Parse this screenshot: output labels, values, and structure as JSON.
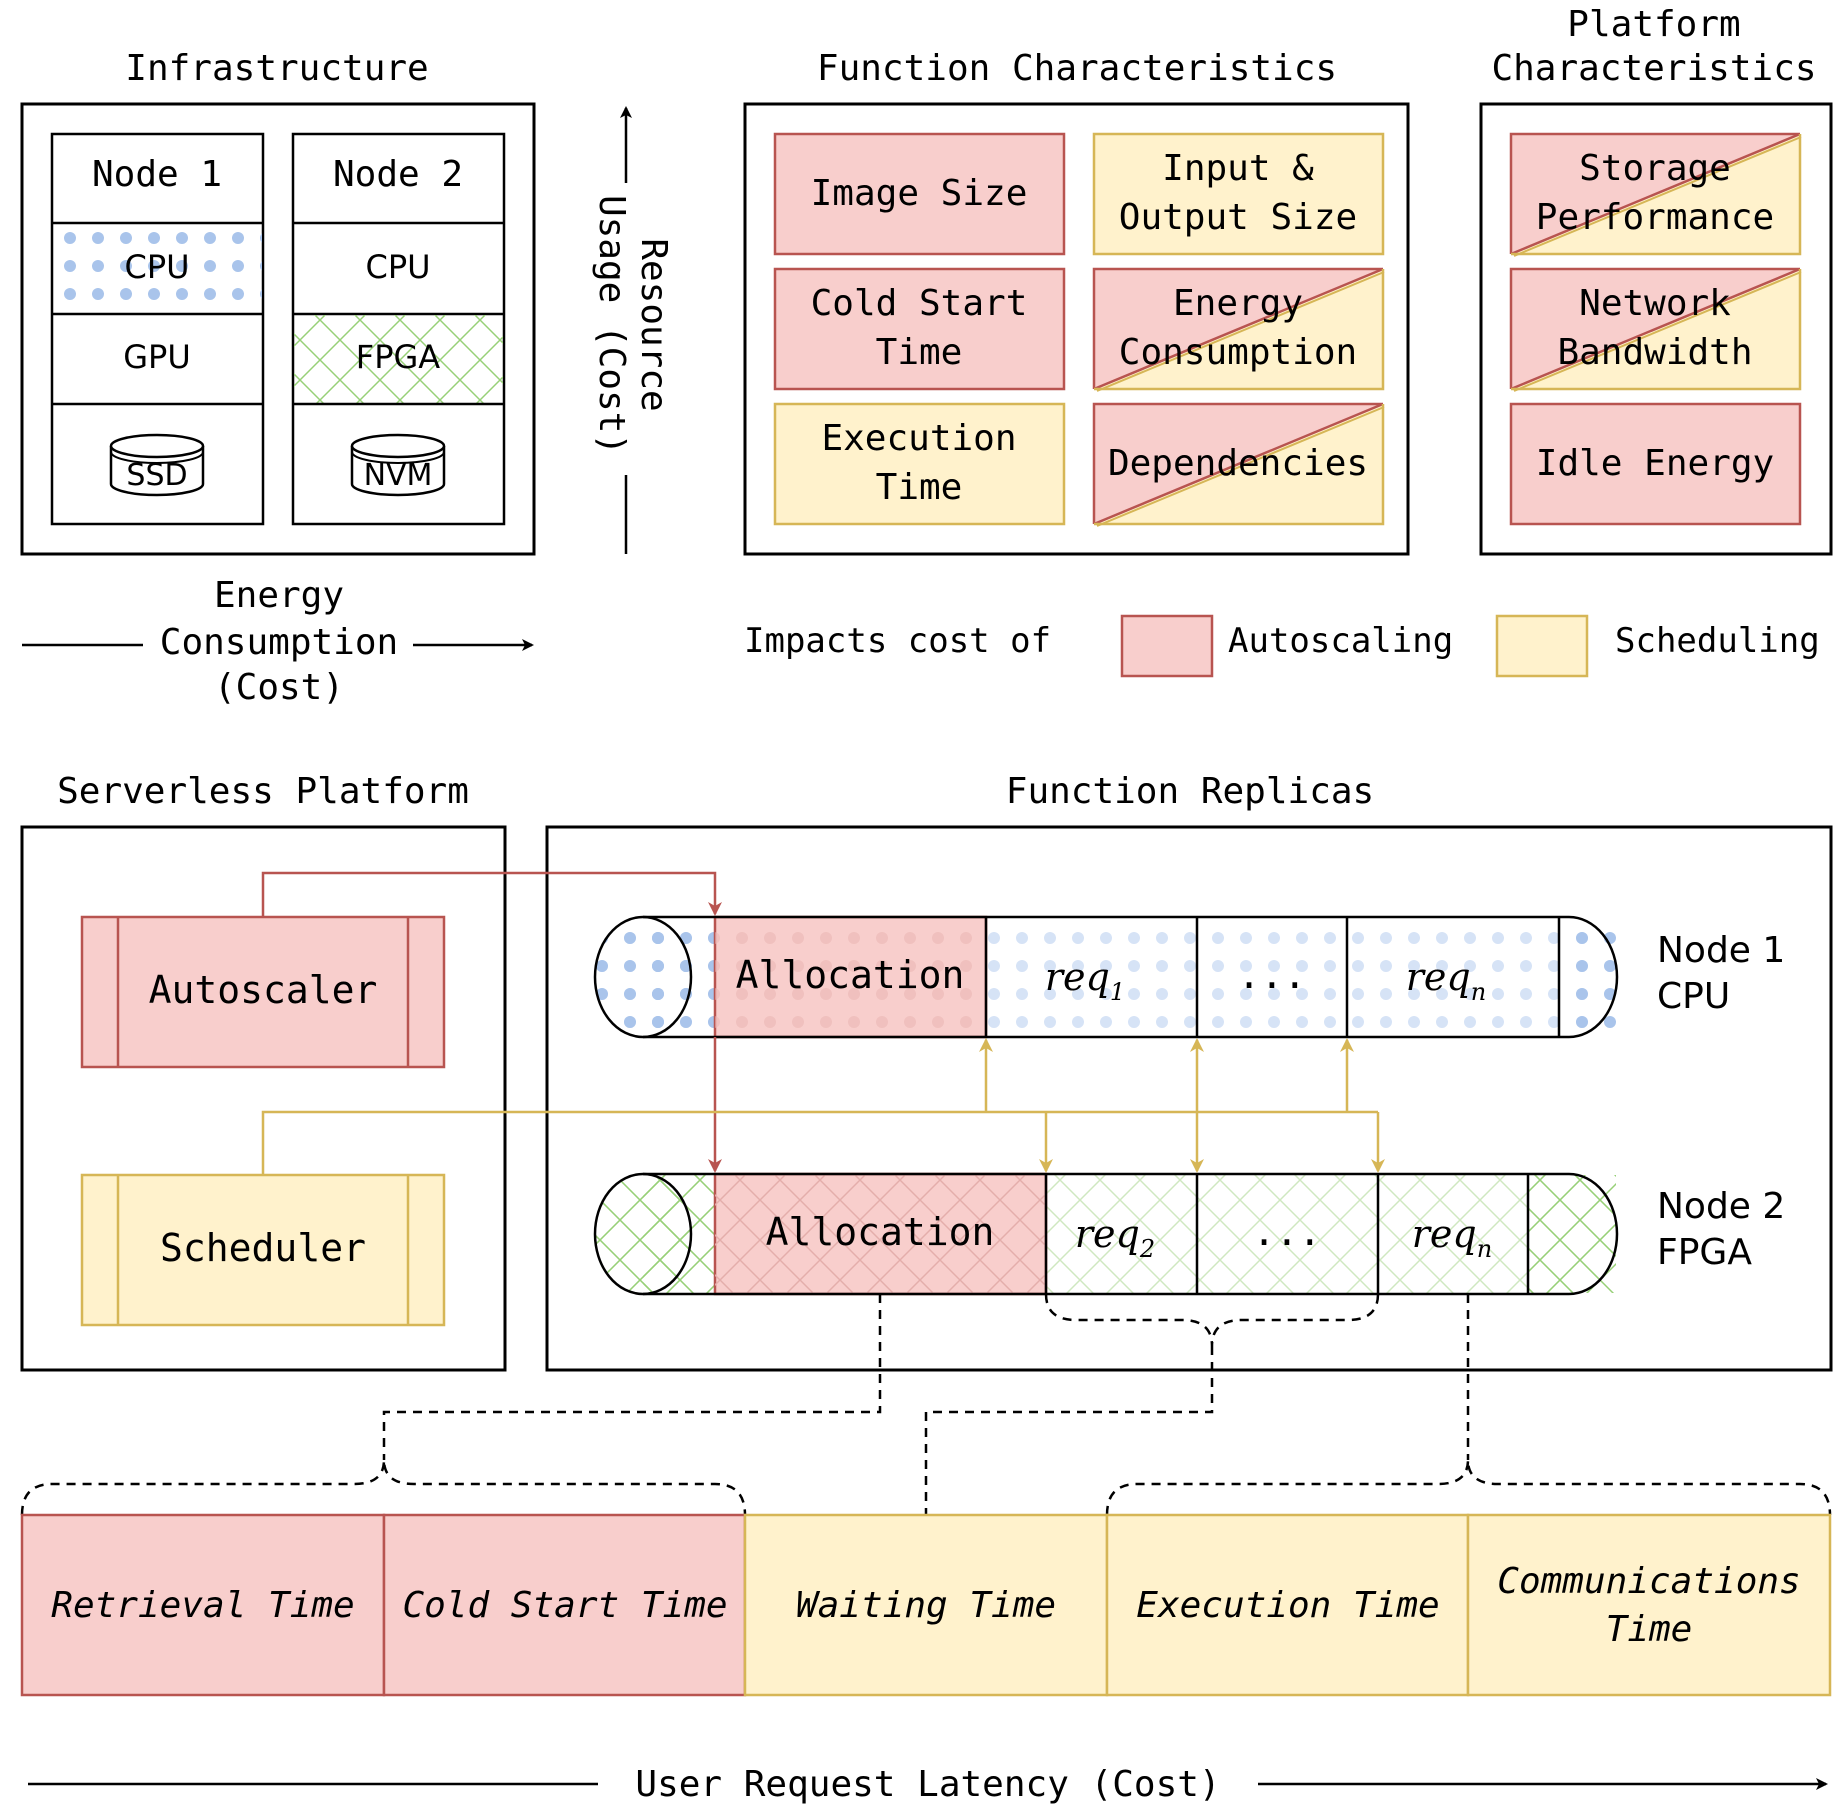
{
  "colors": {
    "autoscaling_fill": "#f8cecc",
    "autoscaling_stroke": "#b85450",
    "scheduling_fill": "#fff2cc",
    "scheduling_stroke": "#d6b656",
    "cpu_pattern": "#a9c4eb",
    "fpga_pattern": "#97d077"
  },
  "infrastructure": {
    "title": "Infrastructure",
    "node1": {
      "label": "Node 1",
      "cpu": "CPU",
      "gpu": "GPU",
      "storage": "SSD"
    },
    "node2": {
      "label": "Node 2",
      "cpu": "CPU",
      "fpga": "FPGA",
      "storage": "NVM"
    }
  },
  "axes": {
    "resource_line1": "Resource",
    "resource_line2": "Usage (Cost)",
    "energy_line1": "Energy",
    "energy_line2": "Consumption",
    "energy_line3": "(Cost)",
    "latency": "User Request Latency (Cost)"
  },
  "function_characteristics": {
    "title": "Function Characteristics",
    "image_size": "Image Size",
    "io_line1": "Input &",
    "io_line2": "Output Size",
    "cold_line1": "Cold Start",
    "cold_line2": "Time",
    "energy_line1": "Energy",
    "energy_line2": "Consumption",
    "exec_line1": "Execution",
    "exec_line2": "Time",
    "dependencies": "Dependencies"
  },
  "platform_characteristics": {
    "title_line1": "Platform",
    "title_line2": "Characteristics",
    "storage_line1": "Storage",
    "storage_line2": "Performance",
    "network_line1": "Network",
    "network_line2": "Bandwidth",
    "idle_energy": "Idle Energy"
  },
  "legend": {
    "prefix": "Impacts cost of",
    "autoscaling": "Autoscaling",
    "scheduling": "Scheduling"
  },
  "serverless_platform": {
    "title": "Serverless Platform",
    "autoscaler": "Autoscaler",
    "scheduler": "Scheduler"
  },
  "function_replicas": {
    "title": "Function Replicas",
    "node1": {
      "name": "Node 1",
      "type": "CPU",
      "allocation": "Allocation",
      "req_first": "req",
      "req_first_sub": "1",
      "ellipsis": "...",
      "req_last": "req",
      "req_last_sub": "n"
    },
    "node2": {
      "name": "Node 2",
      "type": "FPGA",
      "allocation": "Allocation",
      "req_first": "req",
      "req_first_sub": "2",
      "ellipsis": "...",
      "req_last": "req",
      "req_last_sub": "n"
    }
  },
  "latency_breakdown": {
    "retrieval": "Retrieval Time",
    "cold_start": "Cold Start Time",
    "waiting": "Waiting Time",
    "execution": "Execution Time",
    "comm_line1": "Communications",
    "comm_line2": "Time"
  }
}
